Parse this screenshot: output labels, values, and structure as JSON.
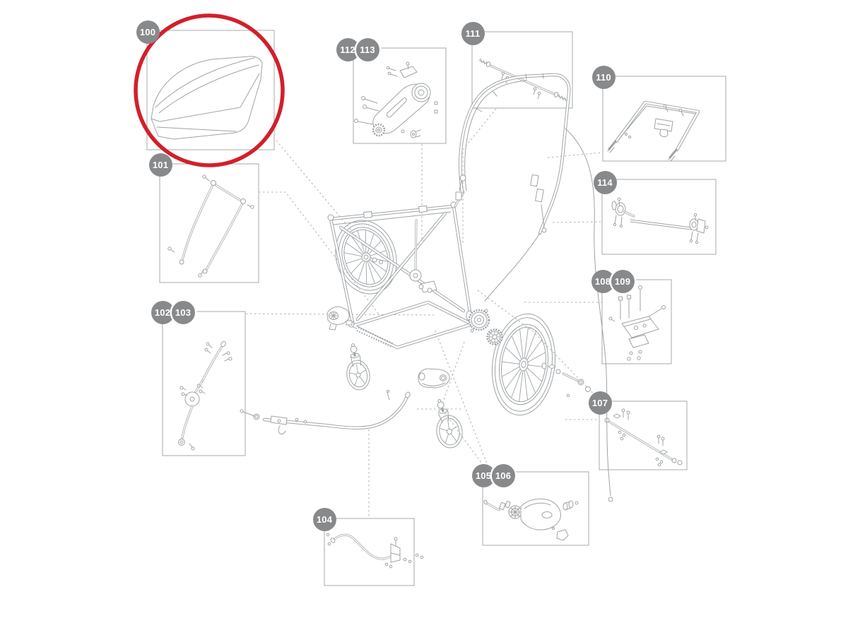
{
  "diagram": {
    "kind": "exploded-parts-diagram",
    "subject": "child bike trailer chassis exploded view with numbered spare-part callouts",
    "highlighted_part": "100",
    "parts": [
      "100",
      "101",
      "102",
      "103",
      "104",
      "105",
      "106",
      "107",
      "108",
      "109",
      "110",
      "111",
      "112",
      "113",
      "114"
    ],
    "part_groups": [
      [
        "100"
      ],
      [
        "101"
      ],
      [
        "102",
        "103"
      ],
      [
        "104"
      ],
      [
        "105",
        "106"
      ],
      [
        "107"
      ],
      [
        "108",
        "109"
      ],
      [
        "110"
      ],
      [
        "111"
      ],
      [
        "112",
        "113"
      ],
      [
        "114"
      ]
    ],
    "badge_labels": {
      "100": "100",
      "101": "101",
      "102": "102",
      "103": "103",
      "104": "104",
      "105": "105",
      "106": "106",
      "107": "107",
      "108": "108",
      "109": "109",
      "110": "110",
      "111": "111",
      "112": "112",
      "113": "113",
      "114": "114"
    },
    "colors": {
      "badge": "#87898b",
      "badge_text": "#ffffff",
      "artwork_line": "#9fa3a6",
      "box_border": "#a7aaac",
      "leader_line": "#b3b6b8",
      "highlight_circle": "#d2202a",
      "background": "#ffffff"
    }
  }
}
